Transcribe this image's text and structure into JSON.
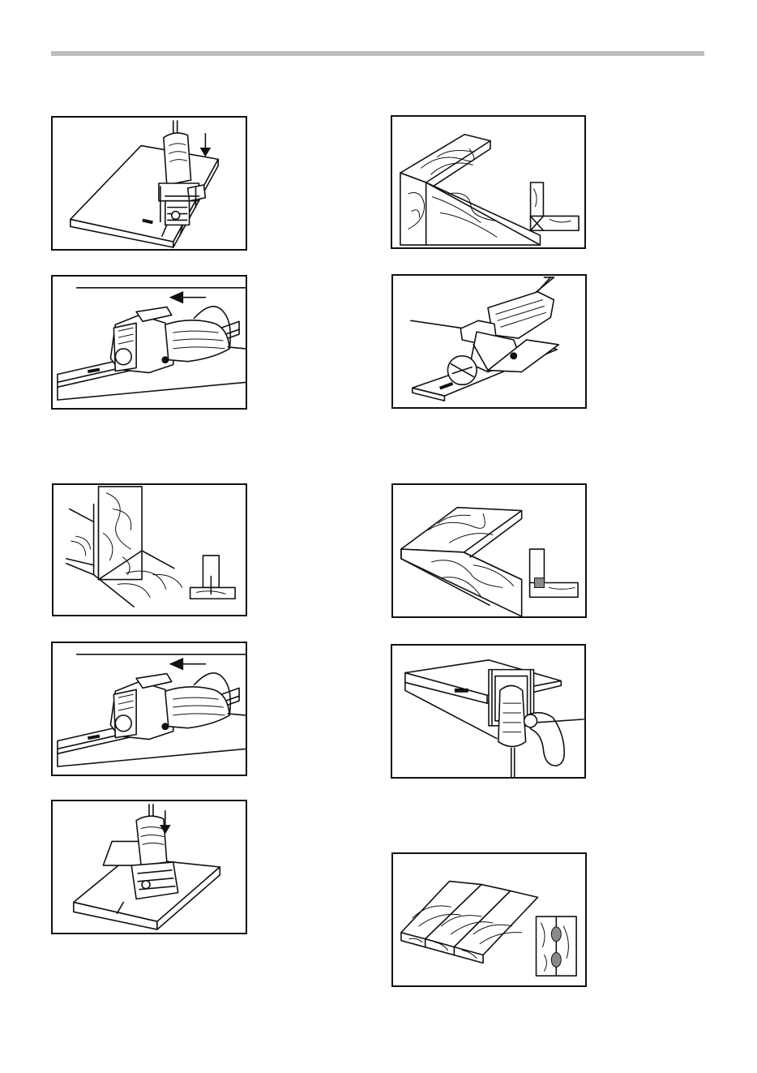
{
  "page": {
    "header_rule_color": "#bdbdbd",
    "frame_color": "#111111"
  },
  "figures": [
    {
      "id": 1,
      "subject": "plunge-cut-vertical-arrow"
    },
    {
      "id": 2,
      "subject": "joiner-on-panel-push-arrow"
    },
    {
      "id": 3,
      "subject": "mitered-corner-joint"
    },
    {
      "id": 4,
      "subject": "joiner-angled-fence"
    },
    {
      "id": 5,
      "subject": "t-joint-upright-board"
    },
    {
      "id": 6,
      "subject": "edge-miter-joint"
    },
    {
      "id": 7,
      "subject": "joiner-on-panel-push-arrow"
    },
    {
      "id": 8,
      "subject": "joiner-overhead-corner"
    },
    {
      "id": 9,
      "subject": "plunge-cut-panel-arrow"
    },
    {
      "id": 10,
      "subject": "edge-to-edge-boards"
    }
  ]
}
